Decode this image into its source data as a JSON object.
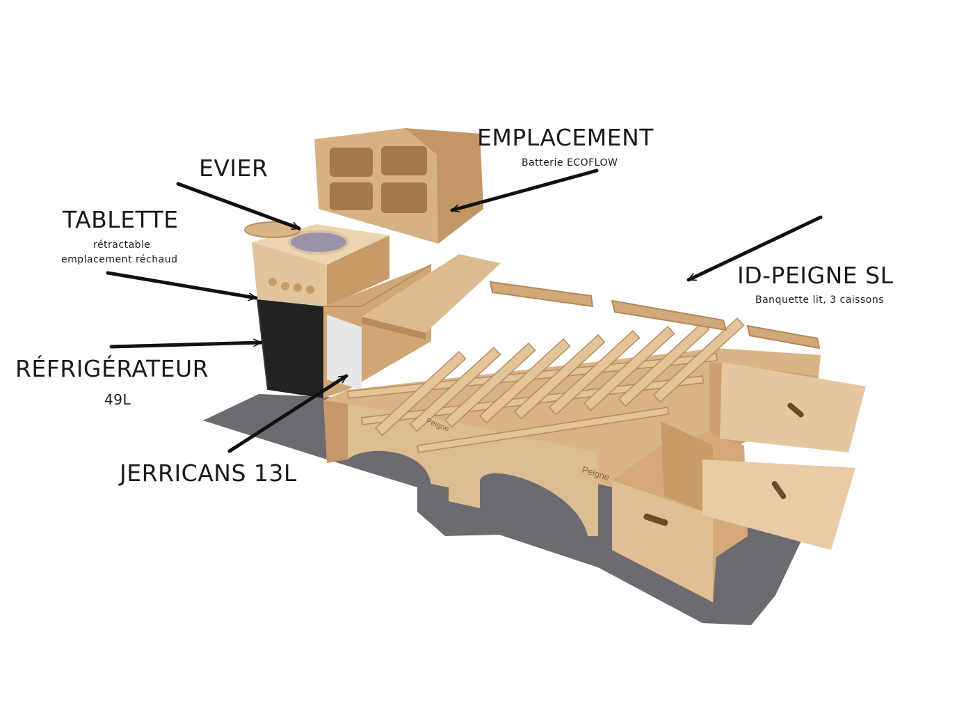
{
  "labels": {
    "emplacement": {
      "title": "EMPLACEMENT",
      "subtitle": "Batterie ECOFLOW"
    },
    "evier": {
      "title": "EVIER"
    },
    "tablette": {
      "title": "TABLETTE",
      "subtitle_line1": "rétractable",
      "subtitle_line2": "emplacement réchaud"
    },
    "id_peigne": {
      "title": "ID-PEIGNE SL",
      "subtitle": "Banquette lit, 3 caissons"
    },
    "refrigerateur": {
      "title": "RÉFRIGÉRATEUR",
      "subtitle": "49L"
    },
    "jerricans": {
      "title": "JERRICANS 13L"
    }
  },
  "branding": {
    "logo_text": "Peigne"
  },
  "colors": {
    "wood": "#d9b487",
    "wood_dark": "#b88c5c",
    "wood_light": "#ecd0a8",
    "floor": "#6e6a72",
    "fridge": "#222222",
    "ink": "#111111"
  }
}
